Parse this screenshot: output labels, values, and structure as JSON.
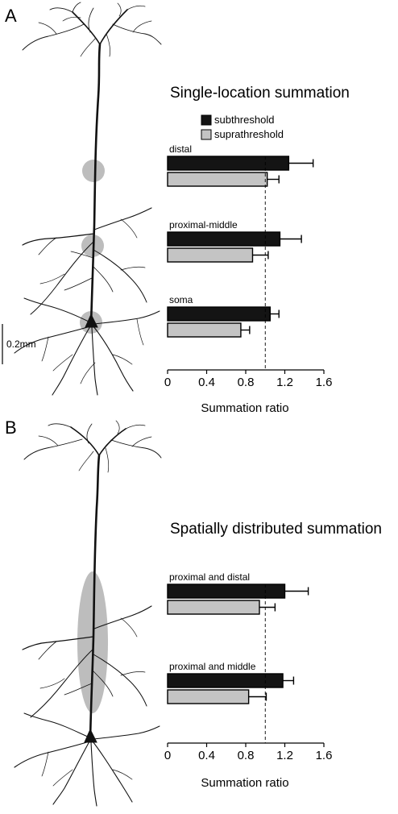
{
  "panels": [
    {
      "label": "A",
      "scale_bar_label": "0.2mm",
      "legend": {
        "items": [
          "subthreshold",
          "suprathreshold"
        ]
      },
      "chart_data": {
        "type": "bar",
        "orientation": "horizontal",
        "title": "Single-location summation",
        "xlabel": "Summation ratio",
        "xlim": [
          0,
          1.6
        ],
        "xticks": [
          0,
          0.4,
          0.8,
          1.2,
          1.6
        ],
        "xtick_labels": [
          "0",
          "0.4",
          "0.8",
          "1.2",
          "1.6"
        ],
        "reference_line": 1.0,
        "categories": [
          "distal",
          "proximal-middle",
          "soma"
        ],
        "series": [
          {
            "name": "subthreshold",
            "values": [
              1.24,
              1.15,
              1.05
            ],
            "errors": [
              0.25,
              0.22,
              0.09
            ]
          },
          {
            "name": "suprathreshold",
            "values": [
              1.02,
              0.87,
              0.75
            ],
            "errors": [
              0.12,
              0.16,
              0.09
            ]
          }
        ]
      }
    },
    {
      "label": "B",
      "chart_data": {
        "type": "bar",
        "orientation": "horizontal",
        "title": "Spatially distributed summation",
        "xlabel": "Summation ratio",
        "xlim": [
          0,
          1.6
        ],
        "xticks": [
          0,
          0.4,
          0.8,
          1.2,
          1.6
        ],
        "xtick_labels": [
          "0",
          "0.4",
          "0.8",
          "1.2",
          "1.6"
        ],
        "reference_line": 1.0,
        "categories": [
          "proximal and distal",
          "proximal and middle"
        ],
        "series": [
          {
            "values": [
              1.2,
              1.18
            ],
            "errors": [
              0.24,
              0.11
            ]
          },
          {
            "values": [
              0.94,
              0.83
            ],
            "errors": [
              0.16,
              0.18
            ]
          }
        ]
      }
    }
  ],
  "colors": {
    "subthreshold": "#141414",
    "suprathreshold": "#c4c4c4",
    "highlight": "#bdbdbd",
    "neuron": "#111111"
  }
}
